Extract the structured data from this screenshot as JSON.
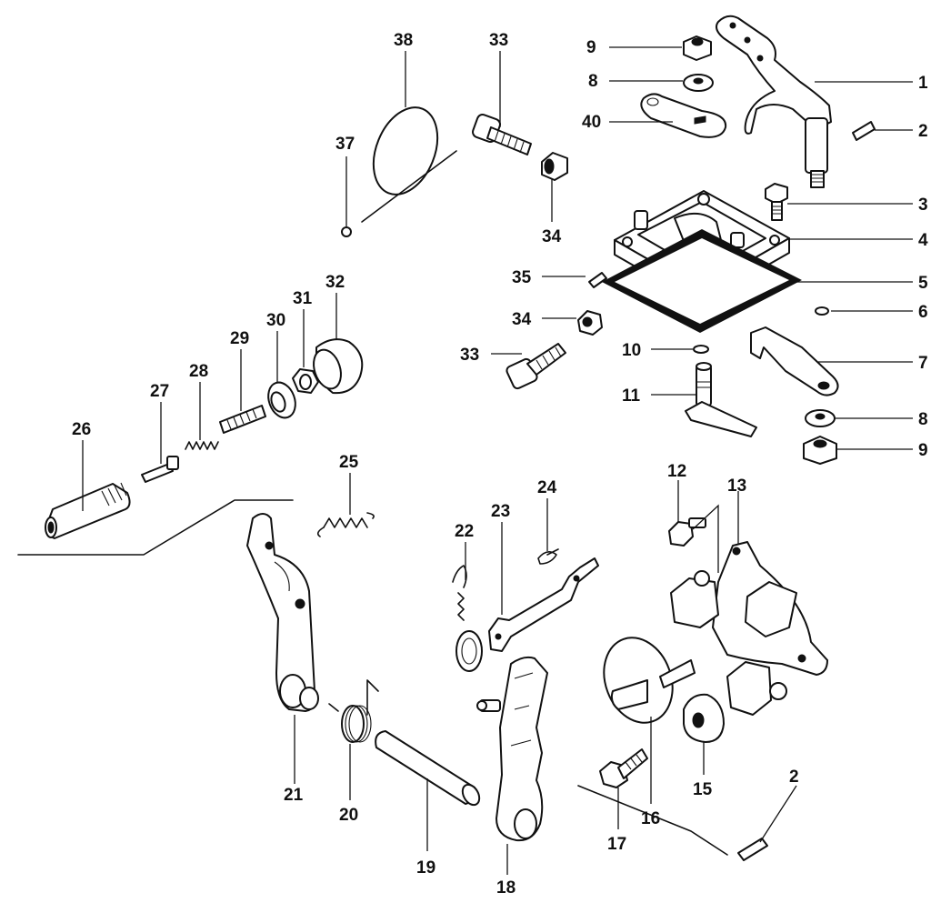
{
  "diagram": {
    "part_numbers": [
      "1",
      "2",
      "3",
      "4",
      "5",
      "6",
      "7",
      "8",
      "9",
      "10",
      "11",
      "12",
      "13",
      "15",
      "16",
      "17",
      "18",
      "19",
      "20",
      "21",
      "22",
      "23",
      "24",
      "25",
      "26",
      "27",
      "28",
      "29",
      "30",
      "31",
      "32",
      "33",
      "34",
      "35",
      "37",
      "38",
      "40"
    ],
    "callouts": {
      "p1": "1",
      "p2a": "2",
      "p2b": "2",
      "p3": "3",
      "p4": "4",
      "p5": "5",
      "p6": "6",
      "p7": "7",
      "p8a": "8",
      "p8b": "8",
      "p9a": "9",
      "p9b": "9",
      "p10": "10",
      "p11": "11",
      "p12": "12",
      "p13": "13",
      "p15": "15",
      "p16": "16",
      "p17": "17",
      "p18": "18",
      "p19": "19",
      "p20": "20",
      "p21": "21",
      "p22": "22",
      "p23": "23",
      "p24": "24",
      "p25": "25",
      "p26": "26",
      "p27": "27",
      "p28": "28",
      "p29": "29",
      "p30": "30",
      "p31": "31",
      "p32": "32",
      "p33a": "33",
      "p33b": "33",
      "p34a": "34",
      "p34b": "34",
      "p35": "35",
      "p37": "37",
      "p38": "38",
      "p40": "40"
    }
  }
}
